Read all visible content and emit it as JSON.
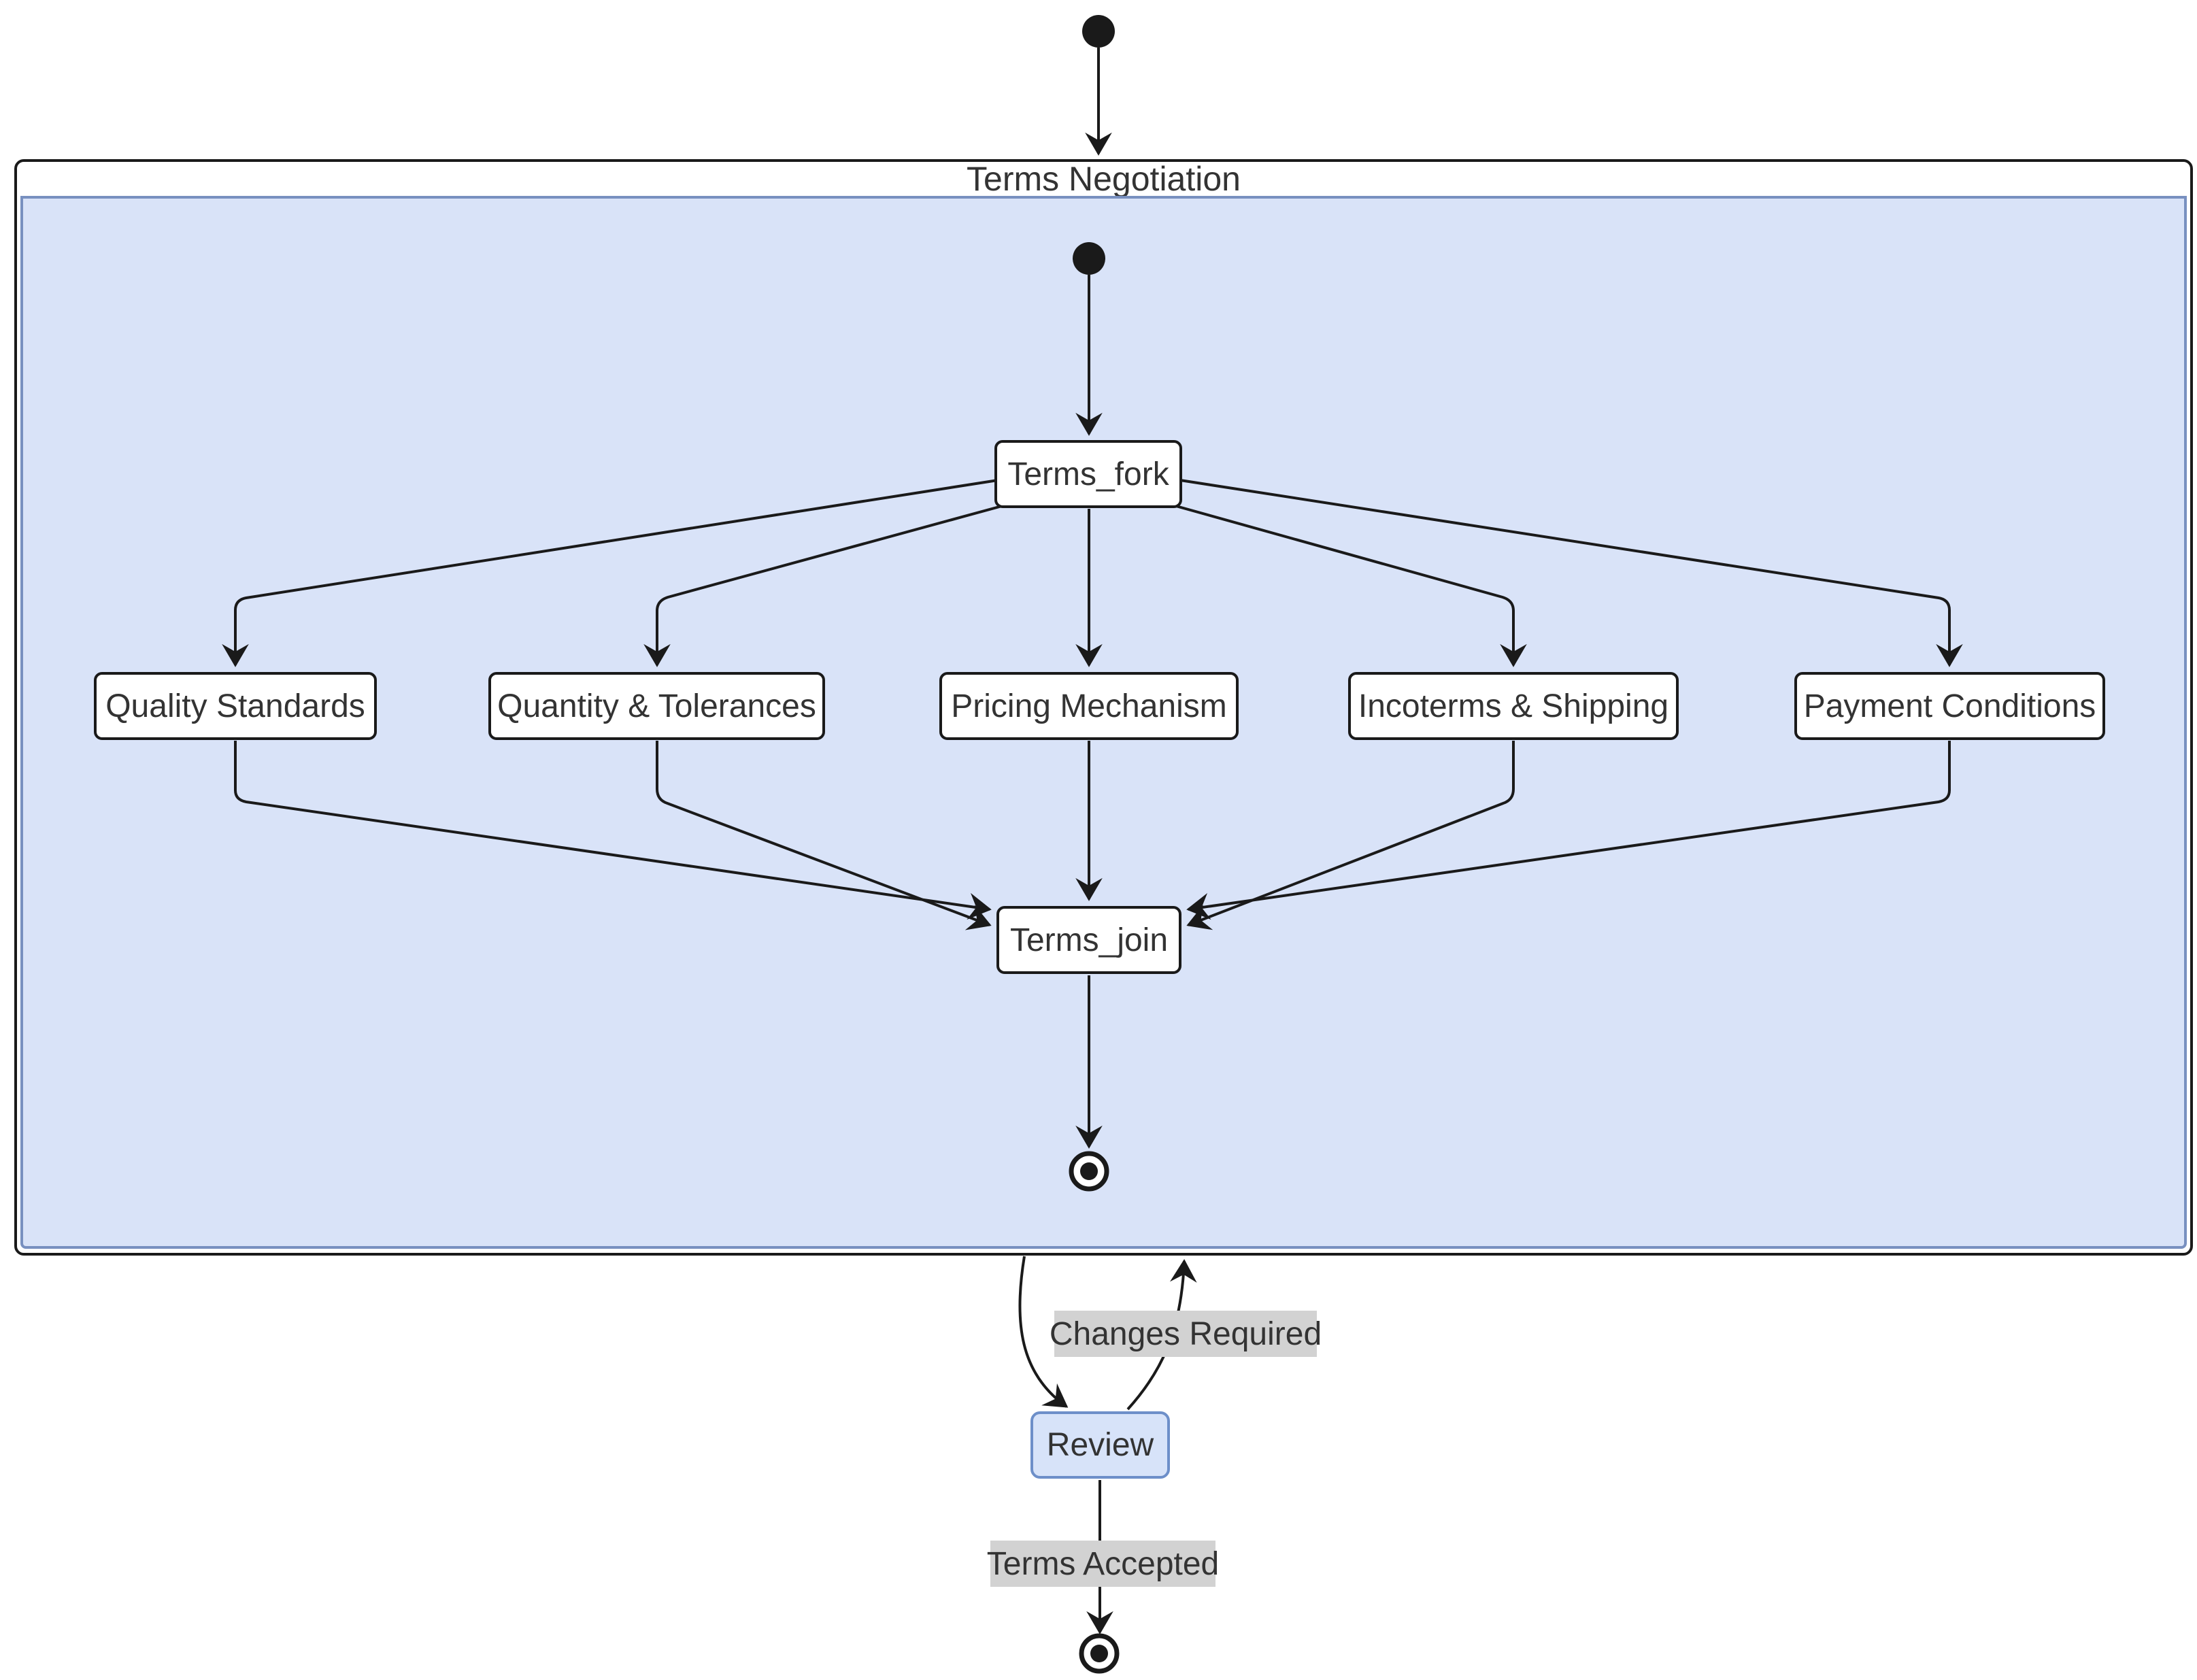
{
  "diagram": {
    "type": "state-diagram",
    "composite": {
      "title": "Terms Negotiation"
    },
    "nodes": {
      "fork": "Terms_fork",
      "join": "Terms_join",
      "branches": [
        "Quality Standards",
        "Quantity & Tolerances",
        "Pricing Mechanism",
        "Incoterms & Shipping",
        "Payment Conditions"
      ],
      "review": "Review"
    },
    "edge_labels": {
      "changes_required": "Changes Required",
      "terms_accepted": "Terms Accepted"
    },
    "edges": [
      {
        "from": "start",
        "to": "Terms Negotiation"
      },
      {
        "from": "inner-start",
        "to": "Terms_fork"
      },
      {
        "from": "Terms_fork",
        "to": "Quality Standards"
      },
      {
        "from": "Terms_fork",
        "to": "Quantity & Tolerances"
      },
      {
        "from": "Terms_fork",
        "to": "Pricing Mechanism"
      },
      {
        "from": "Terms_fork",
        "to": "Incoterms & Shipping"
      },
      {
        "from": "Terms_fork",
        "to": "Payment Conditions"
      },
      {
        "from": "Quality Standards",
        "to": "Terms_join"
      },
      {
        "from": "Quantity & Tolerances",
        "to": "Terms_join"
      },
      {
        "from": "Pricing Mechanism",
        "to": "Terms_join"
      },
      {
        "from": "Incoterms & Shipping",
        "to": "Terms_join"
      },
      {
        "from": "Payment Conditions",
        "to": "Terms_join"
      },
      {
        "from": "Terms_join",
        "to": "inner-final"
      },
      {
        "from": "Terms Negotiation",
        "to": "Review"
      },
      {
        "from": "Review",
        "to": "Terms Negotiation",
        "label": "Changes Required"
      },
      {
        "from": "Review",
        "to": "final",
        "label": "Terms Accepted"
      }
    ],
    "colors": {
      "composite_body": "#d9e3f8",
      "composite_divider": "#7890c0",
      "node_fill": "#ffffff",
      "node_border": "#1a1a1a",
      "review_fill": "#d7e3f9",
      "review_border": "#6d8fc9",
      "edge_label_bg": "#d2d2d2",
      "edge": "#1a1a1a",
      "text": "#333333"
    }
  }
}
